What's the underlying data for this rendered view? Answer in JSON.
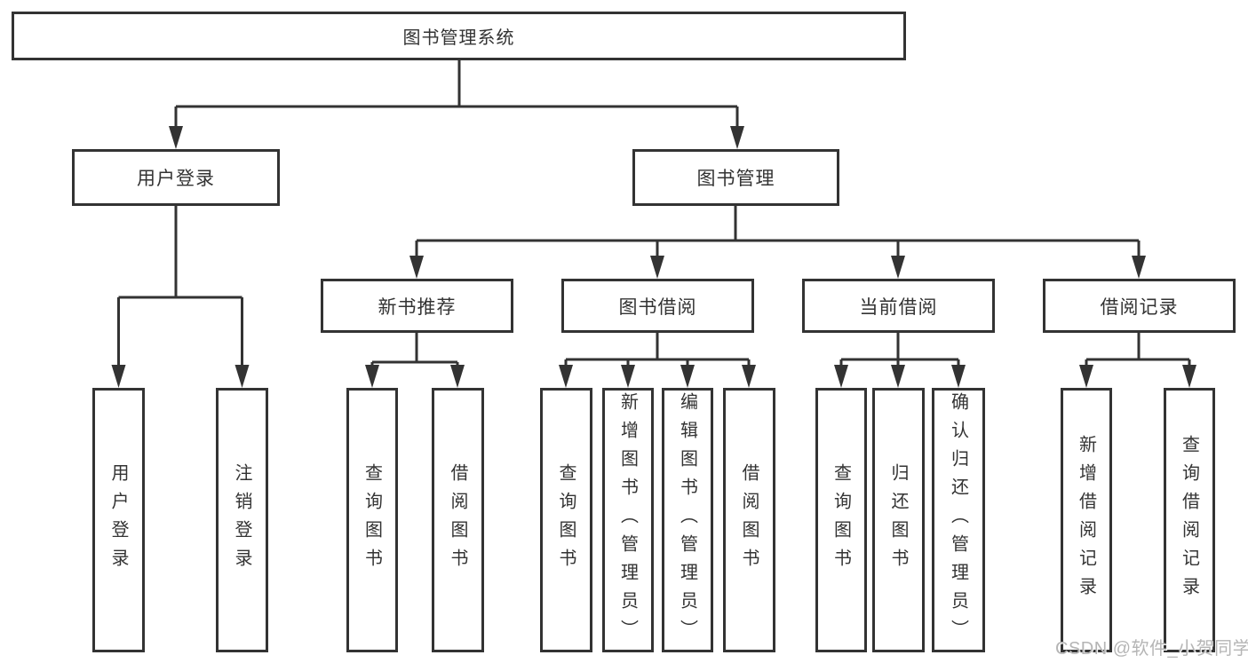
{
  "diagram": {
    "title": "图书管理系统",
    "branches": [
      {
        "label": "用户登录",
        "leaves": [
          "用户登录",
          "注销登录"
        ]
      },
      {
        "label": "图书管理",
        "groups": [
          {
            "label": "新书推荐",
            "leaves": [
              "查询图书",
              "借阅图书"
            ]
          },
          {
            "label": "图书借阅",
            "leaves": [
              "查询图书",
              "新增图书（管理员）",
              "编辑图书（管理员）",
              "借阅图书"
            ]
          },
          {
            "label": "当前借阅",
            "leaves": [
              "查询图书",
              "归还图书",
              "确认归还（管理员）"
            ]
          },
          {
            "label": "借阅记录",
            "leaves": [
              "新增借阅记录",
              "查询借阅记录"
            ]
          }
        ]
      }
    ]
  },
  "watermark": {
    "text": "CSDN @软件_小贺同学"
  },
  "colors": {
    "line": "#333333",
    "text": "#333333",
    "background": "#ffffff",
    "watermark": "#b5b5b5"
  }
}
